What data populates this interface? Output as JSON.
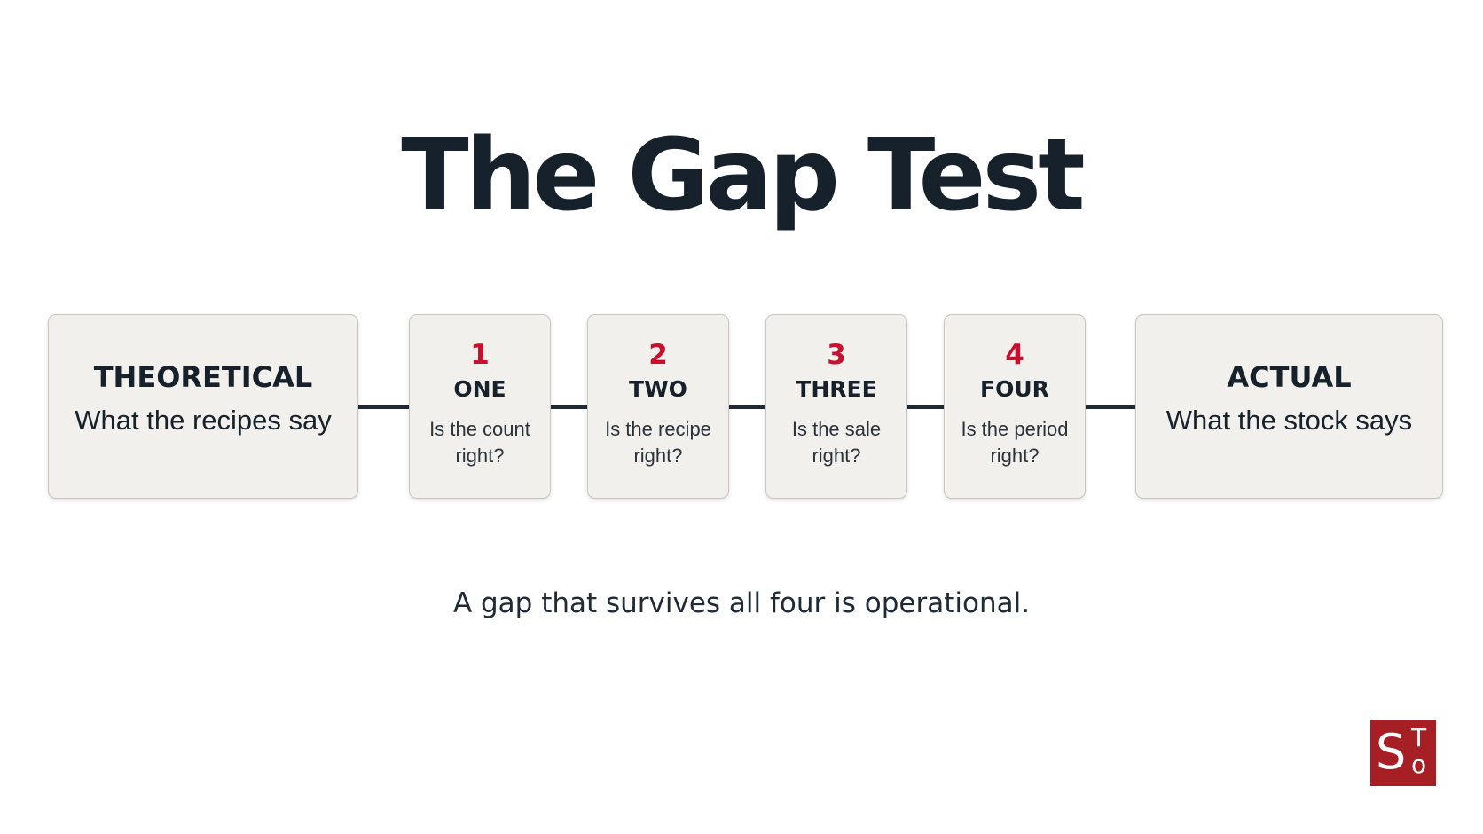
{
  "title": "The Gap Test",
  "theoretical": {
    "label": "THEORETICAL",
    "description": "What the recipes say"
  },
  "steps": [
    {
      "number": "1",
      "word": "ONE",
      "question": "Is the count right?"
    },
    {
      "number": "2",
      "word": "TWO",
      "question": "Is the recipe right?"
    },
    {
      "number": "3",
      "word": "THREE",
      "question": "Is the sale right?"
    },
    {
      "number": "4",
      "word": "FOUR",
      "question": "Is the period right?"
    }
  ],
  "actual": {
    "label": "ACTUAL",
    "description": "What the stock says"
  },
  "caption": "A gap that survives all four is operational.",
  "logo": {
    "letters": [
      "S",
      "T",
      "o"
    ],
    "background_color": "#a51f24"
  },
  "colors": {
    "title": "#17212b",
    "step_number": "#c8102e",
    "box_fill": "#f2f0ec",
    "connector": "#1f2a36"
  }
}
